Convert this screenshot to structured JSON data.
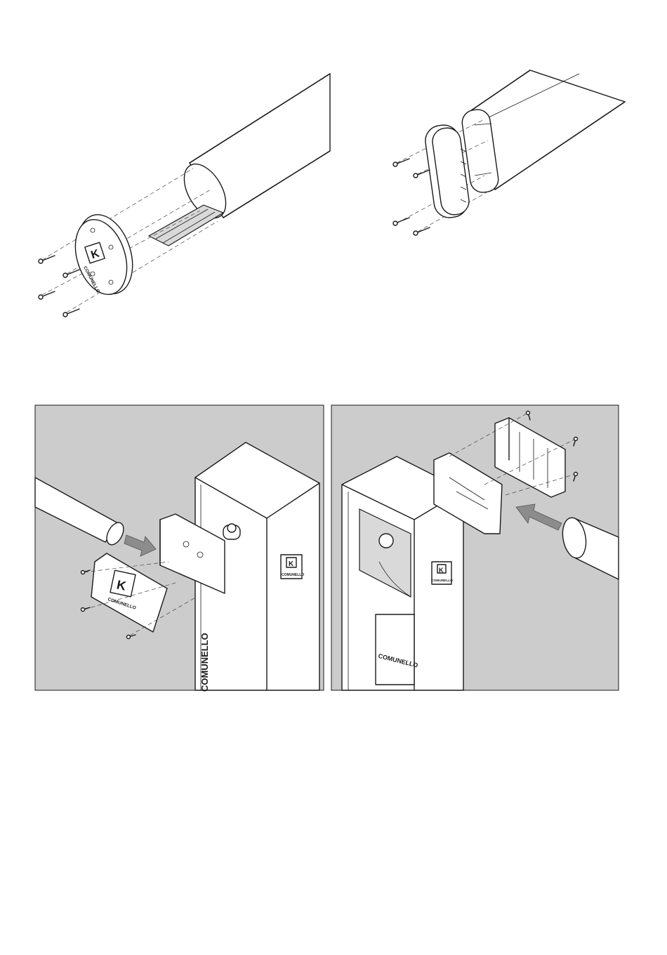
{
  "figures": [
    {
      "id": "fig-round-beam-endcap"
    },
    {
      "id": "fig-oval-beam-endcap"
    },
    {
      "id": "fig-round-beam-mount"
    },
    {
      "id": "fig-oval-beam-mount"
    }
  ],
  "brand": {
    "name": "COMUNELLO",
    "logo_glyph": "K"
  },
  "colors": {
    "panel_background": "#cccccc",
    "arrow": "#8c8c8c",
    "line": "#1a1a1a"
  }
}
